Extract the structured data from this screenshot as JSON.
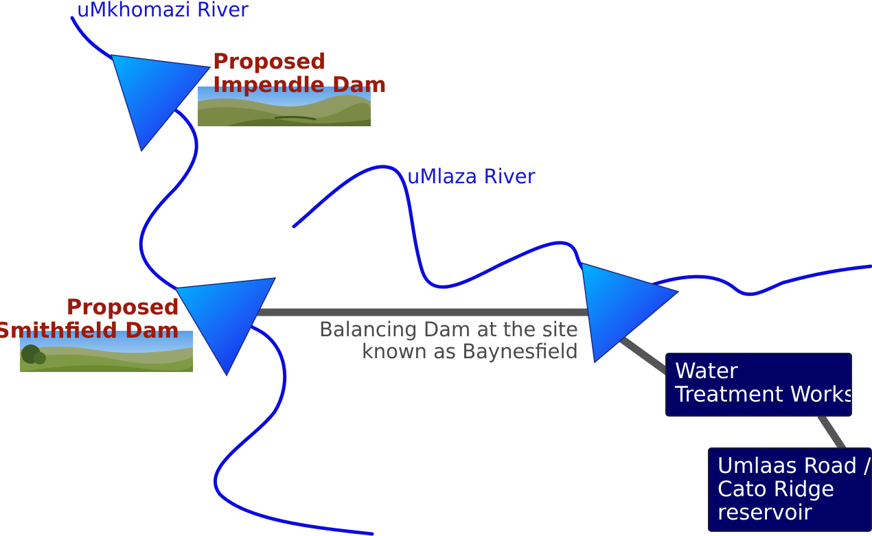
{
  "rivers": {
    "umkhomazi": {
      "label": "uMkhomazi River"
    },
    "umlaza": {
      "label": "uMlaza River"
    }
  },
  "dams": {
    "impendle": {
      "label_line1": "Proposed",
      "label_line2": "Impendle Dam"
    },
    "smithfield": {
      "label_line1": "Proposed",
      "label_line2": "Smithfield Dam"
    }
  },
  "pipeline": {
    "label_line1": "Balancing Dam at the site",
    "label_line2": "known as Baynesfield"
  },
  "facilities": {
    "water_treatment": {
      "line1": "Water",
      "line2": "Treatment Works"
    },
    "reservoir": {
      "line1": "Umlaas Road /",
      "line2": "Cato Ridge",
      "line3": "reservoir"
    }
  },
  "colors": {
    "river": "#0a0ae0",
    "pipeline": "#555555",
    "dam_label": "#9b1a0c",
    "facility_box": "#000066",
    "dam_marker_light": "#00b4ff",
    "dam_marker_dark": "#0a1ee6"
  },
  "icons": {
    "dam_marker": "triangle-icon"
  }
}
